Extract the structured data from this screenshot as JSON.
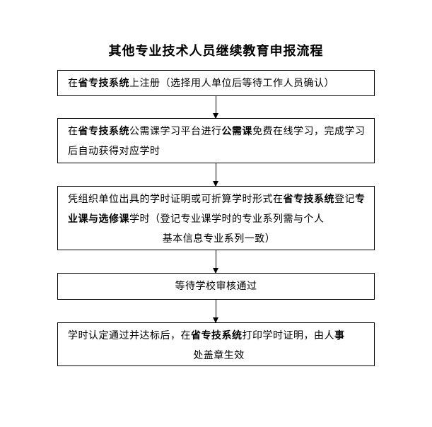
{
  "title": "其他专业技术人员继续教育申报流程",
  "steps": [
    {
      "parts": [
        {
          "text": "在",
          "bold": false
        },
        {
          "text": "省专技系统",
          "bold": true
        },
        {
          "text": "上注册（选择用人单位后等待工作人员确认）",
          "bold": false
        }
      ]
    },
    {
      "parts": [
        {
          "text": "在",
          "bold": false
        },
        {
          "text": "省专技系统",
          "bold": true
        },
        {
          "text": "公需课学习平台进行",
          "bold": false
        },
        {
          "text": "公需课",
          "bold": true
        },
        {
          "text": "免费在线学习，完成学习后自动获得对应学时",
          "bold": false
        }
      ]
    },
    {
      "parts": [
        {
          "text": "凭组织单位出具的学时证明或可折算学时形式在",
          "bold": false
        },
        {
          "text": "省专技系统",
          "bold": true
        },
        {
          "text": "登记",
          "bold": false
        },
        {
          "text": "专业课与选修课",
          "bold": true
        },
        {
          "text": "学时（登记专业课学时的专业系列需与个人",
          "bold": false
        }
      ],
      "last_line": "基本信息专业系列一致）"
    },
    {
      "parts": [
        {
          "text": "等待学校审核通过",
          "bold": false
        }
      ]
    },
    {
      "parts": [
        {
          "text": "学时认定通过并达标后，在",
          "bold": false
        },
        {
          "text": "省专技系统",
          "bold": true
        },
        {
          "text": "打印学时证明，由人",
          "bold": false
        },
        {
          "text": "事",
          "bold": true
        }
      ],
      "last_line": "处盖章生效"
    }
  ]
}
